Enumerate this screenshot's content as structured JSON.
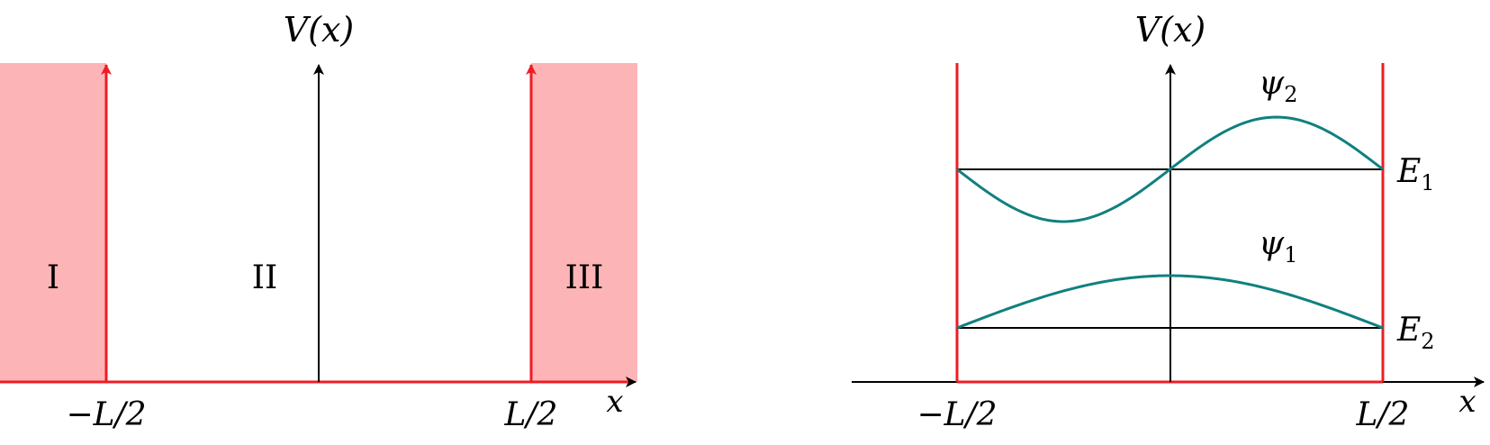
{
  "left_panel": {
    "y_axis_label": "V(x)",
    "x_axis_label": "x",
    "tick_left": "−L/2",
    "tick_right": "L/2",
    "region_labels": [
      "I",
      "II",
      "III"
    ],
    "region_fill_color": "#fdb4b6",
    "wall_color": "#ee1c23",
    "axis_color": "#000000"
  },
  "right_panel": {
    "y_axis_label": "V(x)",
    "x_axis_label": "x",
    "tick_left": "−L/2",
    "tick_right": "L/2",
    "level_upper_label": "E",
    "level_upper_sub": "1",
    "level_lower_label": "E",
    "level_lower_sub": "2",
    "psi_upper_label": "ψ",
    "psi_upper_sub": "2",
    "psi_lower_label": "ψ",
    "psi_lower_sub": "1",
    "wavefunction_color": "#108080",
    "wall_color": "#ee1c23",
    "axis_color": "#000000"
  }
}
